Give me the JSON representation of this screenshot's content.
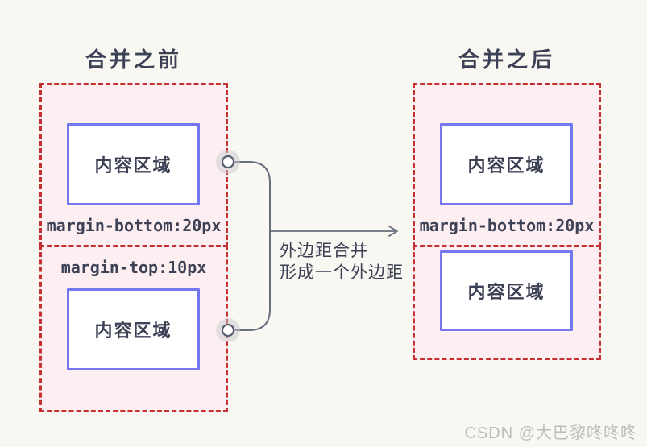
{
  "diagram": {
    "before": {
      "title": "合并之前",
      "box1": {
        "content_label": "内容区域",
        "margin_label": "margin-bottom:20px"
      },
      "box2": {
        "margin_label": "margin-top:10px",
        "content_label": "内容区域"
      }
    },
    "after": {
      "title": "合并之后",
      "box1": {
        "content_label": "内容区域",
        "margin_label": "margin-bottom:20px"
      },
      "box2": {
        "content_label": "内容区域"
      }
    },
    "annotation": {
      "line1": "外边距合并",
      "line2": "形成一个外边距"
    }
  },
  "watermark": {
    "text": "CSDN @大巴黎咚咚咚"
  },
  "colors": {
    "bg": "#f8f7f1",
    "pink": "#fdeef2",
    "red": "#c62f2f",
    "blue": "#7577f0",
    "ink": "#3d4156",
    "line": "#656d7e",
    "halo": "#c9c9cd",
    "watermark": "#bcbcbc"
  }
}
